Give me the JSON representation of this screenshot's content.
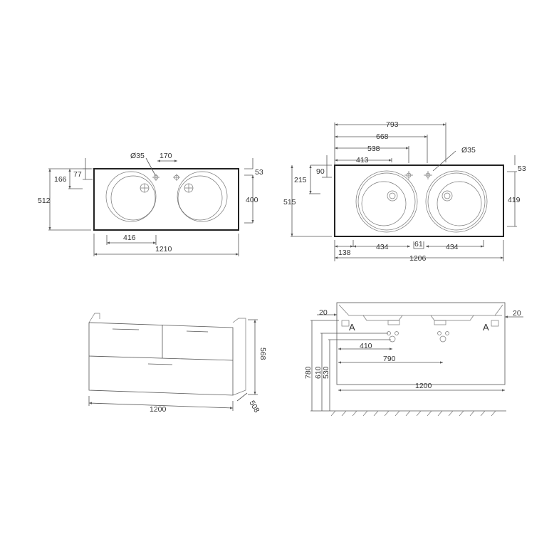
{
  "top_left": {
    "d_35": "Ø35",
    "d_170": "170",
    "d_77": "77",
    "d_166": "166",
    "d_512": "512",
    "d_53": "53",
    "d_400": "400",
    "d_416": "416",
    "d_1210": "1210"
  },
  "top_right": {
    "d_793": "793",
    "d_668": "668",
    "d_538": "538",
    "d_413": "413",
    "d_35": "Ø35",
    "d_90": "90",
    "d_215": "215",
    "d_515": "515",
    "d_53": "53",
    "d_419": "419",
    "d_138": "138",
    "d_434a": "434",
    "d_61": "61",
    "d_434b": "434",
    "d_1206": "1206"
  },
  "bottom_left": {
    "d_568": "568",
    "d_1200": "1200",
    "d_508": "508"
  },
  "bottom_right": {
    "d_20a": "20",
    "d_20b": "20",
    "sec_a1": "A",
    "sec_a2": "A",
    "d_410": "410",
    "d_790": "790",
    "d_780": "780",
    "d_610": "610",
    "d_530": "530",
    "d_1200": "1200"
  }
}
